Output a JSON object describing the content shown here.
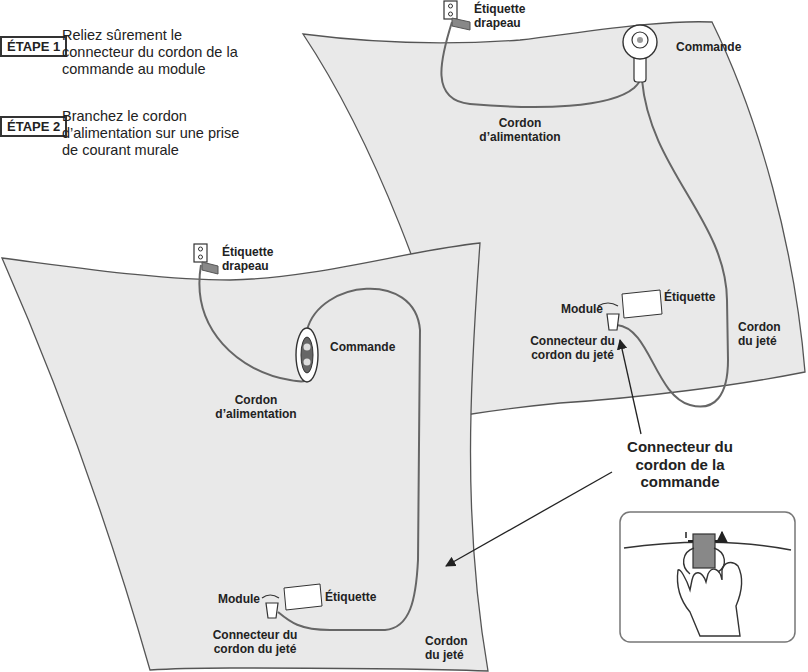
{
  "diagram": {
    "nodes": [
      {
        "text": [
          "ÉTAPE 1"
        ]
      },
      {
        "text": [
          "ÉTAPE 2"
        ]
      }
    ],
    "labels": [
      "Reliez sûrement le connecteur du cordon de la commande au module",
      "Branchez le cordon d’alimentation sur une prise de courant murale",
      "Étiquette drapeau",
      "Commande",
      "Cordon d’alimentation",
      "Module",
      "Étiquette",
      "Connecteur du cordon du jeté",
      "Cordon du jeté",
      "Étiquette drapeau",
      "Commande",
      "Cordon d’alimentation",
      "Module",
      "Étiquette",
      "Connecteur du cordon du jeté",
      "Cordon du jeté",
      "Connecteur du cordon de la commande"
    ]
  }
}
